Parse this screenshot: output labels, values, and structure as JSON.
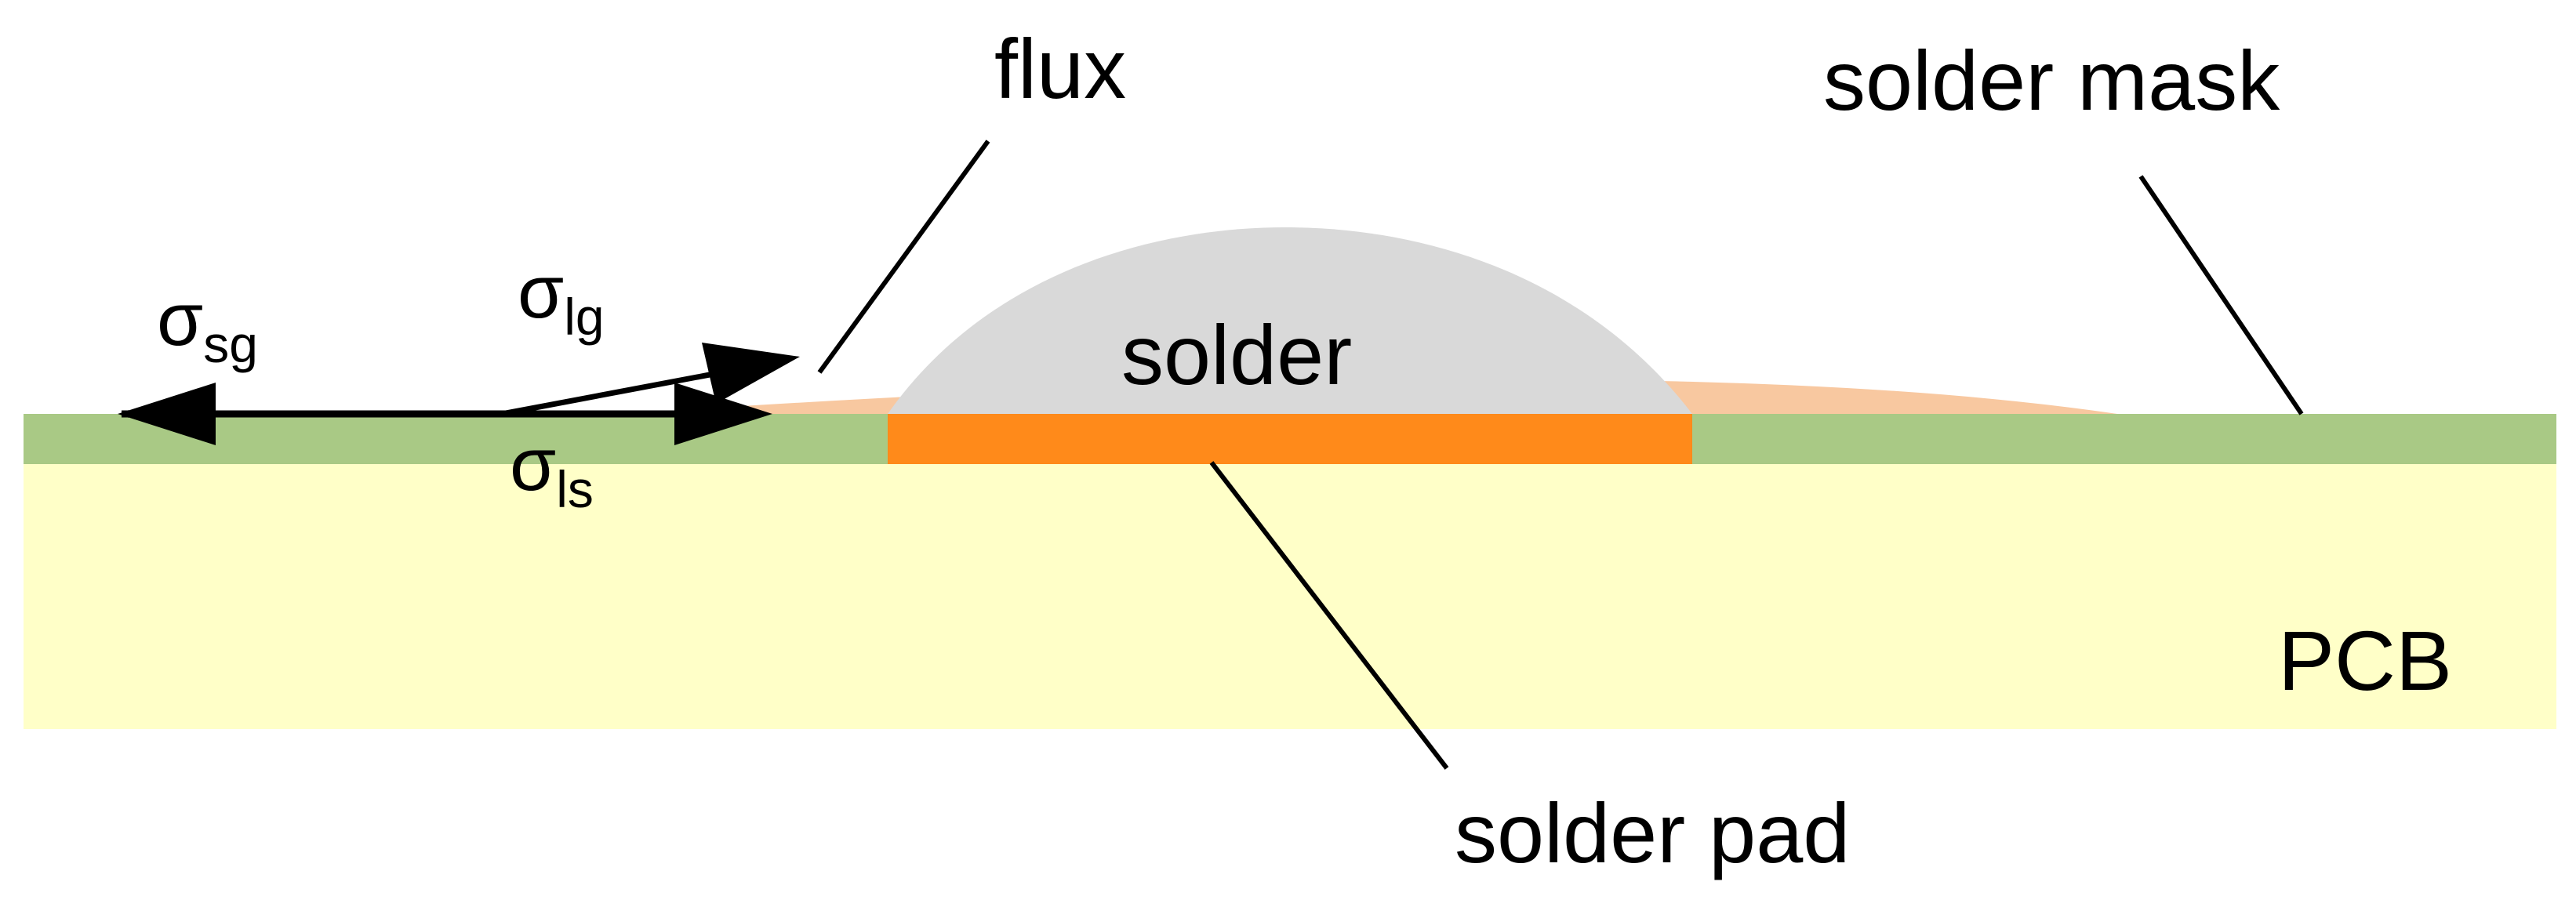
{
  "labels": {
    "flux": "flux",
    "solder_mask": "solder mask",
    "solder": "solder",
    "pcb": "PCB",
    "solder_pad": "solder pad"
  },
  "tensions": {
    "symbol": "σ",
    "sg_sub": "sg",
    "lg_sub": "lg",
    "ls_sub": "ls"
  },
  "colors": {
    "pcb": "#FFFFC8",
    "solder_mask": "#A9C985",
    "solder_pad": "#FF8A1A",
    "solder": "#D9D9D9",
    "flux": "#F8C8A0",
    "lines": "#000000"
  }
}
